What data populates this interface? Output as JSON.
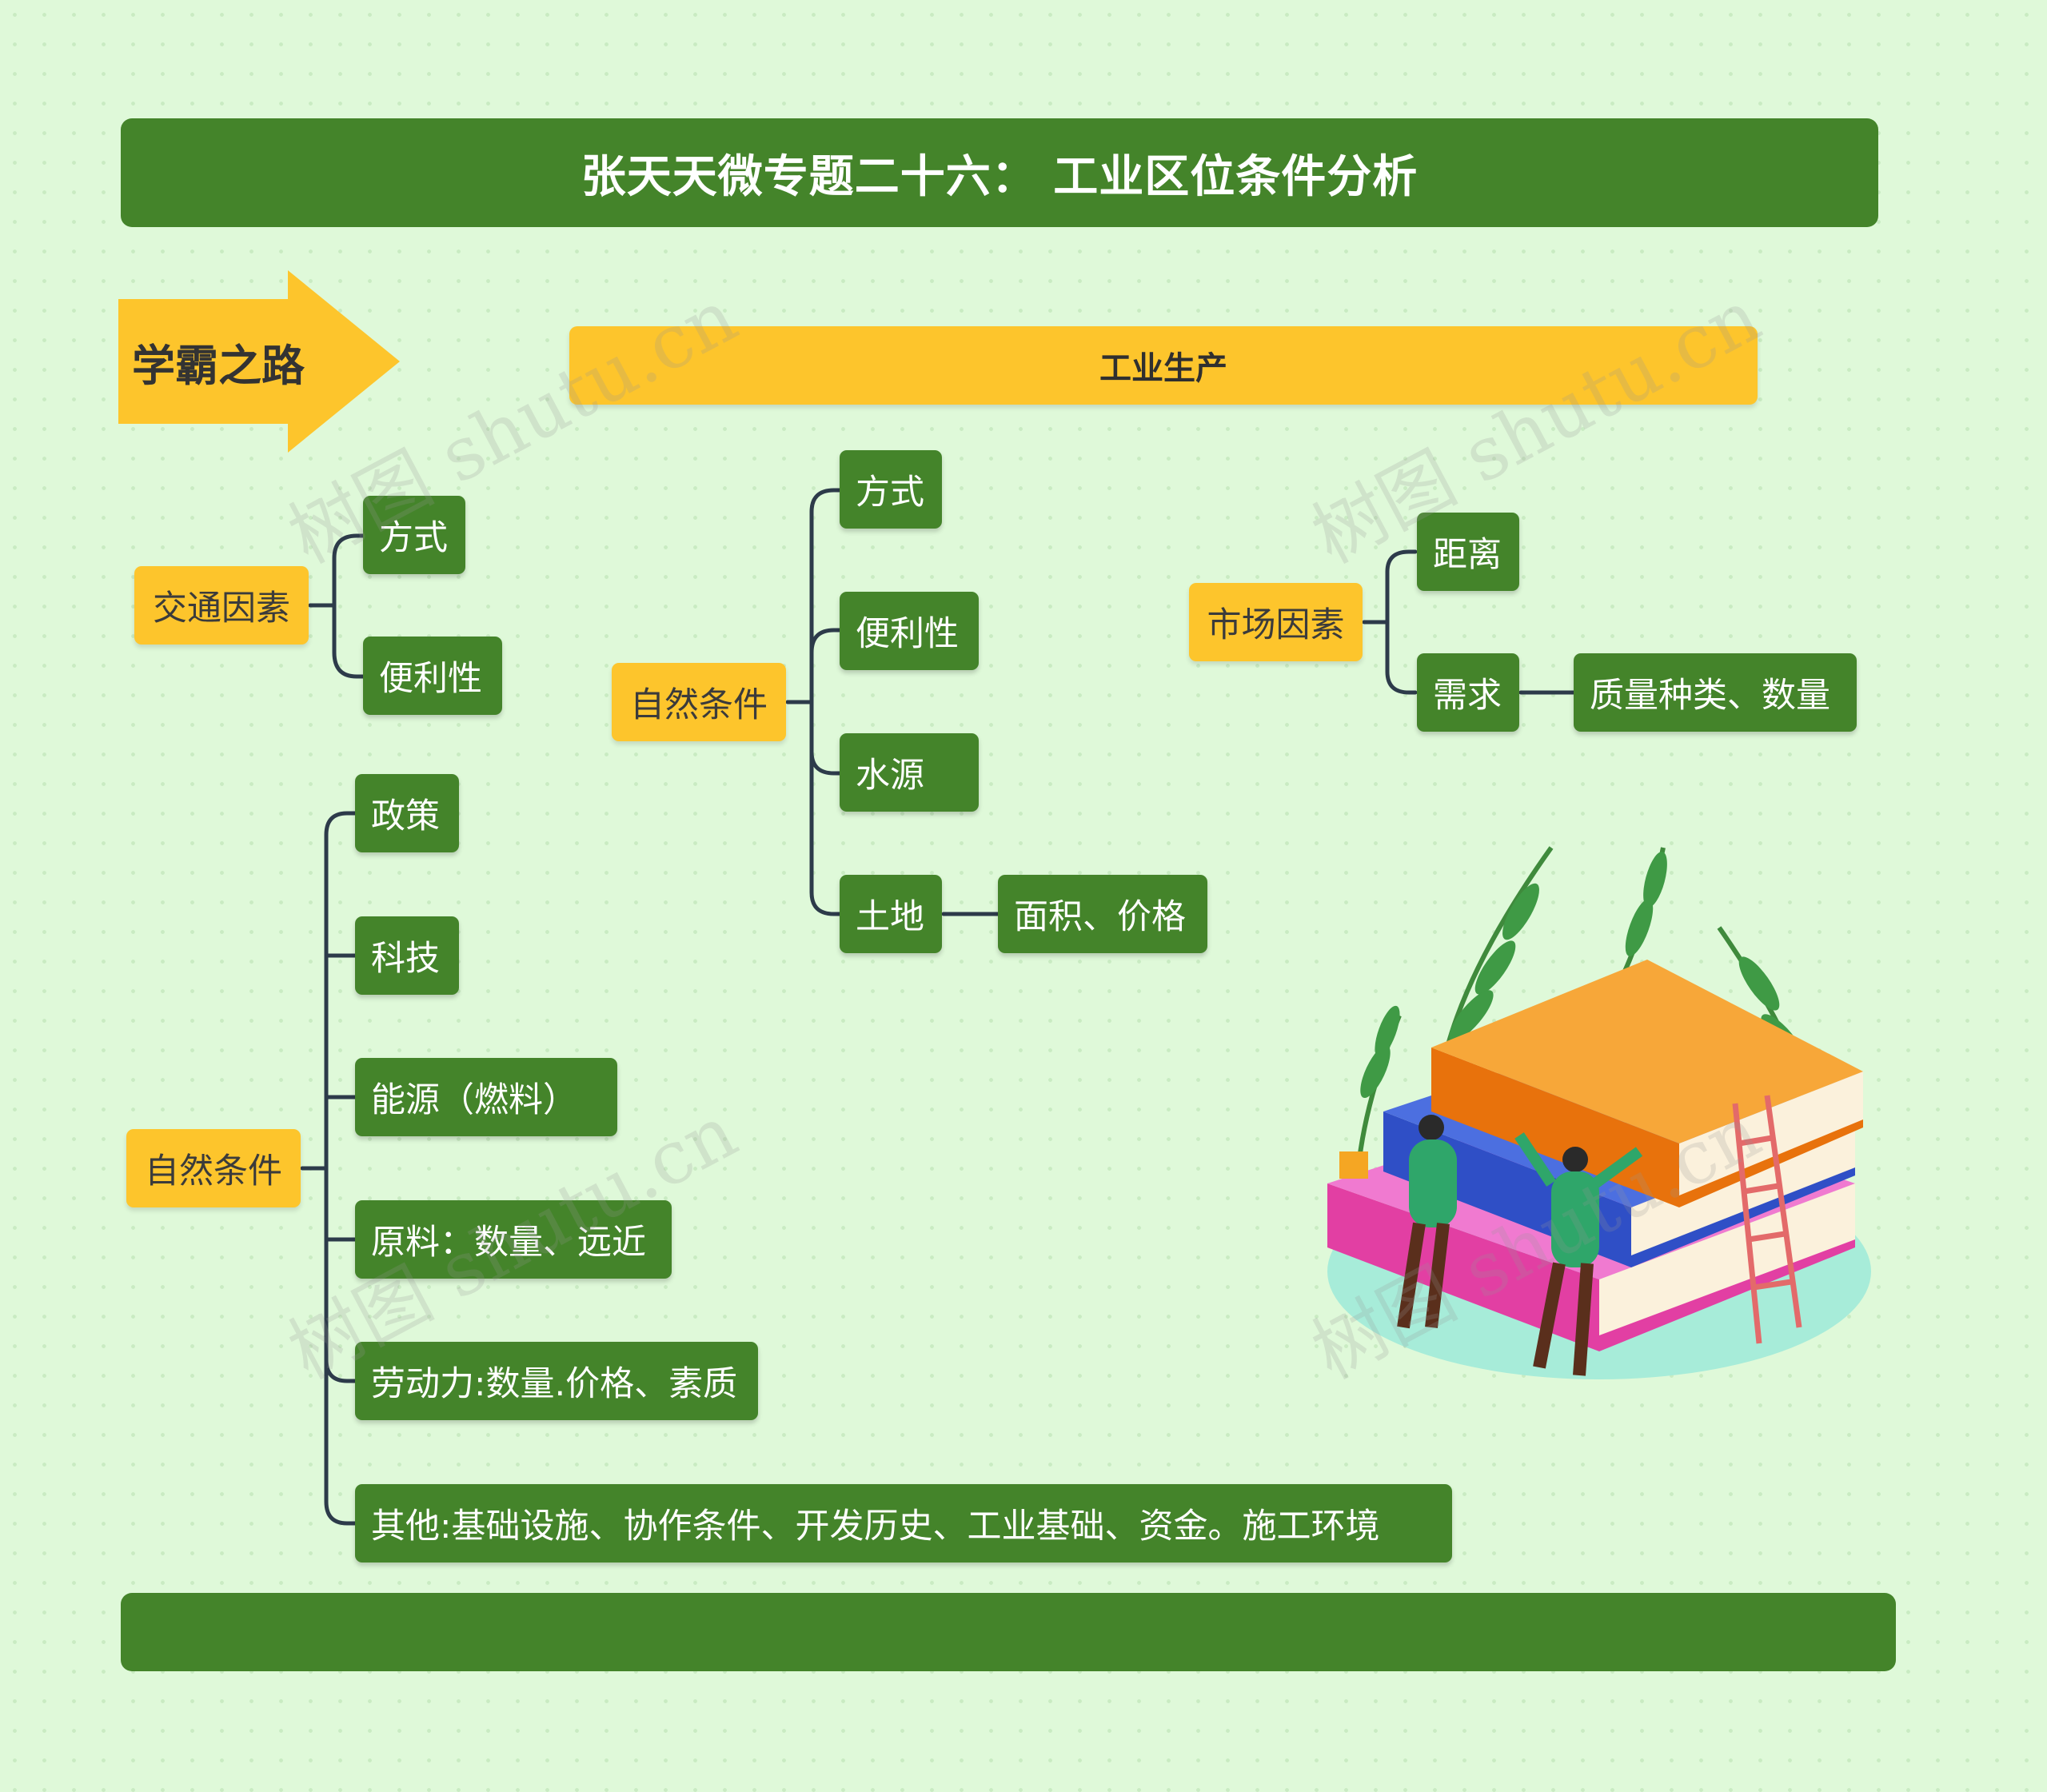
{
  "title": "张天天微专题二十六： 工业区位条件分析",
  "tag": "学霸之路",
  "banner": "工业生产",
  "watermark": "树图 shutu.cn",
  "colors": {
    "green": "#44842a",
    "yellow": "#fdc52c",
    "background": "#dff9d9",
    "line": "#2d3b4a"
  },
  "transport": {
    "label": "交通因素",
    "items": [
      "方式",
      "便利性"
    ]
  },
  "natural_center": {
    "label": "自然条件",
    "items": [
      "方式",
      "便利性",
      "水源",
      "土地"
    ],
    "land_detail": "面积、价格"
  },
  "market": {
    "label": "市场因素",
    "items": [
      "距离",
      "需求"
    ],
    "demand_detail": "质量种类、数量"
  },
  "natural_left": {
    "label": "自然条件",
    "items": [
      "政策",
      "科技",
      "能源（燃料）",
      "原料：数量、远近",
      "劳动力:数量.价格、素质",
      "其他:基础设施、协作条件、开发历史、工业基础、资金。施工环境"
    ]
  },
  "footer_text": ""
}
